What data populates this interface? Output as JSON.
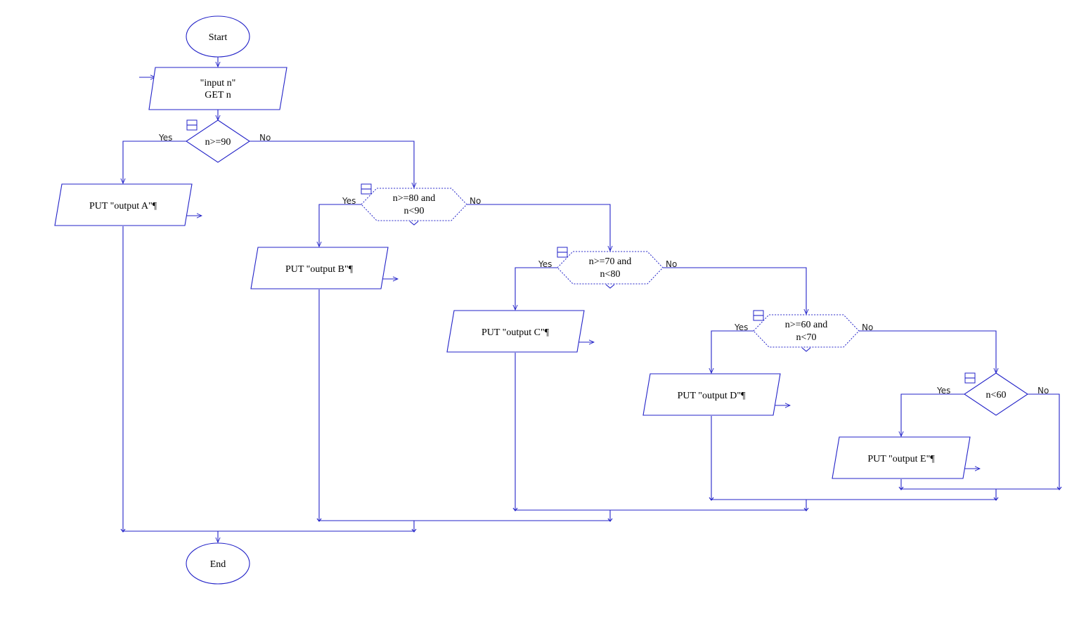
{
  "nodes": {
    "start": {
      "label": "Start"
    },
    "input": {
      "lines": [
        "\"input n\"",
        "GET n"
      ]
    },
    "decision_90": {
      "label": "n>=90"
    },
    "decision_80": {
      "lines": [
        "n>=80 and",
        "n<90"
      ]
    },
    "decision_70": {
      "lines": [
        "n>=70 and",
        "n<80"
      ]
    },
    "decision_60_70": {
      "lines": [
        "n>=60 and",
        "n<70"
      ]
    },
    "decision_60": {
      "label": "n<60"
    },
    "output_a": {
      "label": "PUT \"output A\"",
      "mark": "¶"
    },
    "output_b": {
      "label": "PUT \"output B\"",
      "mark": "¶"
    },
    "output_c": {
      "label": "PUT \"output C\"",
      "mark": "¶"
    },
    "output_d": {
      "label": "PUT \"output D\"",
      "mark": "¶"
    },
    "output_e": {
      "label": "PUT \"output E\"",
      "mark": "¶"
    },
    "end": {
      "label": "End"
    }
  },
  "branches": {
    "yes": "Yes",
    "no": "No"
  },
  "colors": {
    "line": "#2323c8",
    "text": "#000000"
  }
}
